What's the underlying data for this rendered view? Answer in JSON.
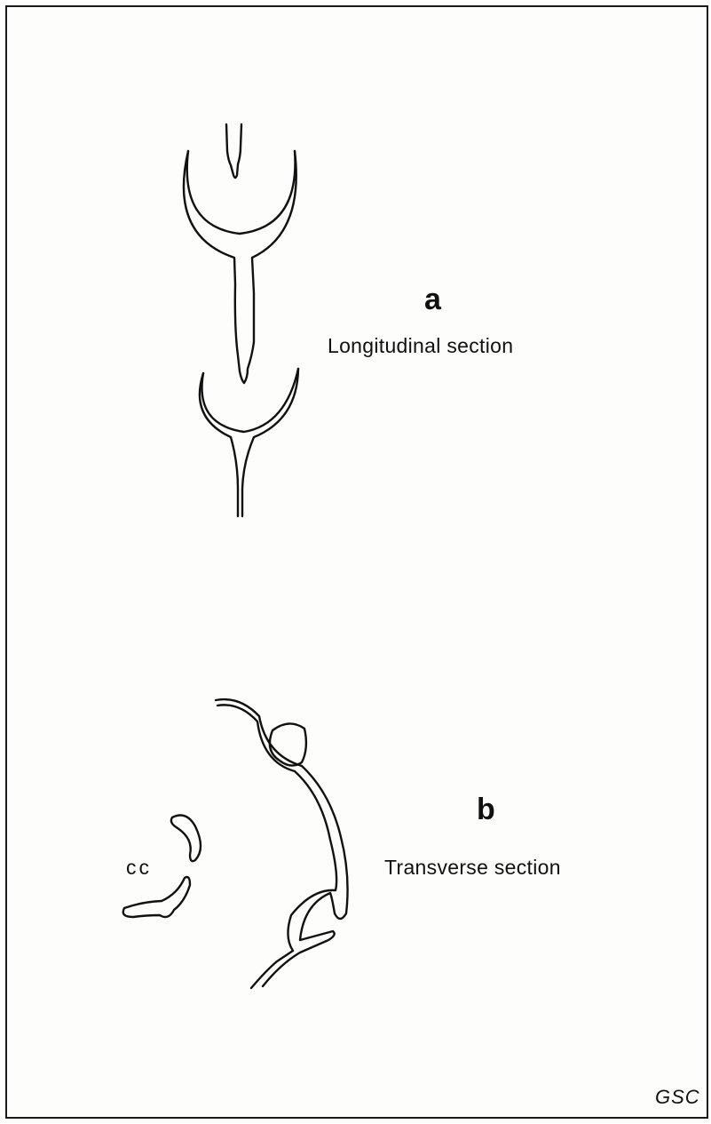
{
  "panel_a": {
    "letter": "a",
    "caption": "Longitudinal section"
  },
  "panel_b": {
    "letter": "b",
    "caption": "Transverse section",
    "part_label": "cc"
  },
  "credit": "GSC",
  "colors": {
    "stroke": "#111111",
    "background": "#fdfdfc"
  }
}
